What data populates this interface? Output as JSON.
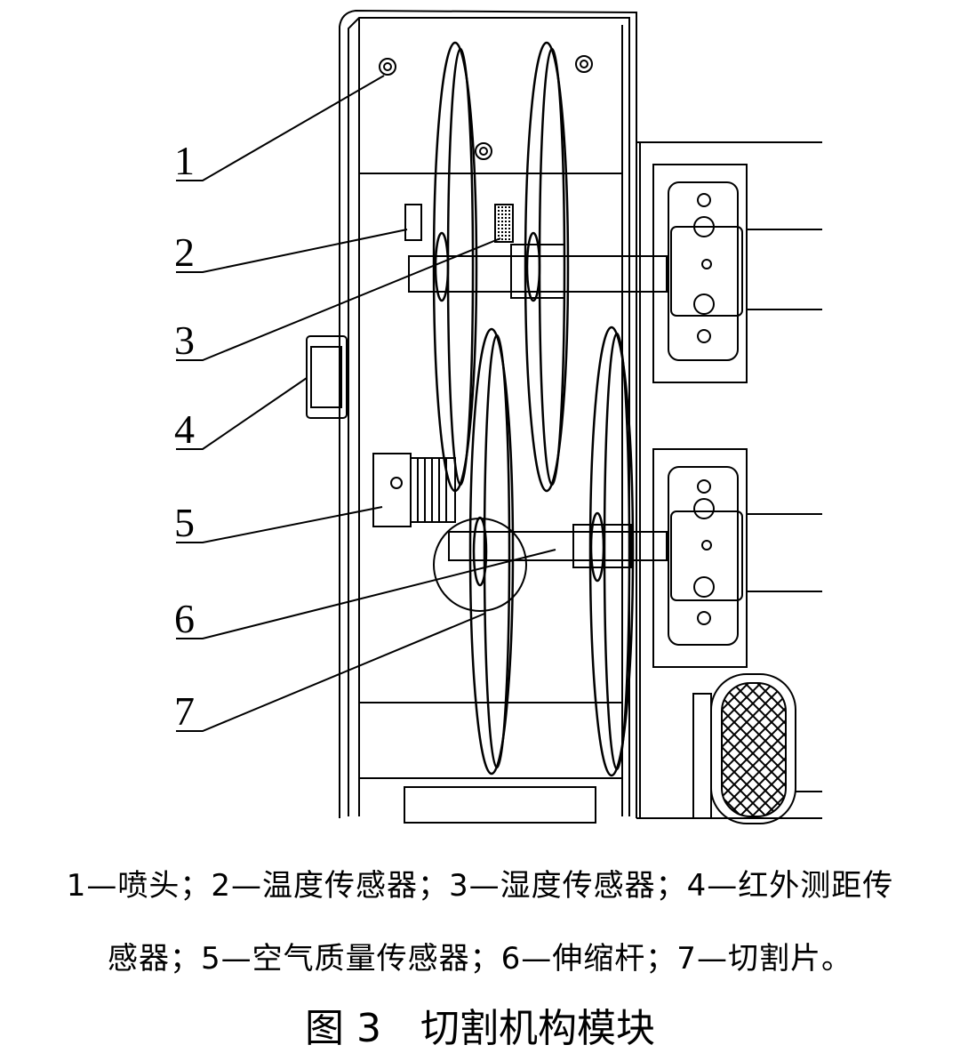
{
  "figure": {
    "labels": [
      "1",
      "2",
      "3",
      "4",
      "5",
      "6",
      "7"
    ],
    "legend_line1": "1—喷头；2—温度传感器；3—湿度传感器；4—红外测距传",
    "legend_line2": "感器；5—空气质量传感器；6—伸缩杆；7—切割片。",
    "title": "图 3　切割机构模块"
  }
}
